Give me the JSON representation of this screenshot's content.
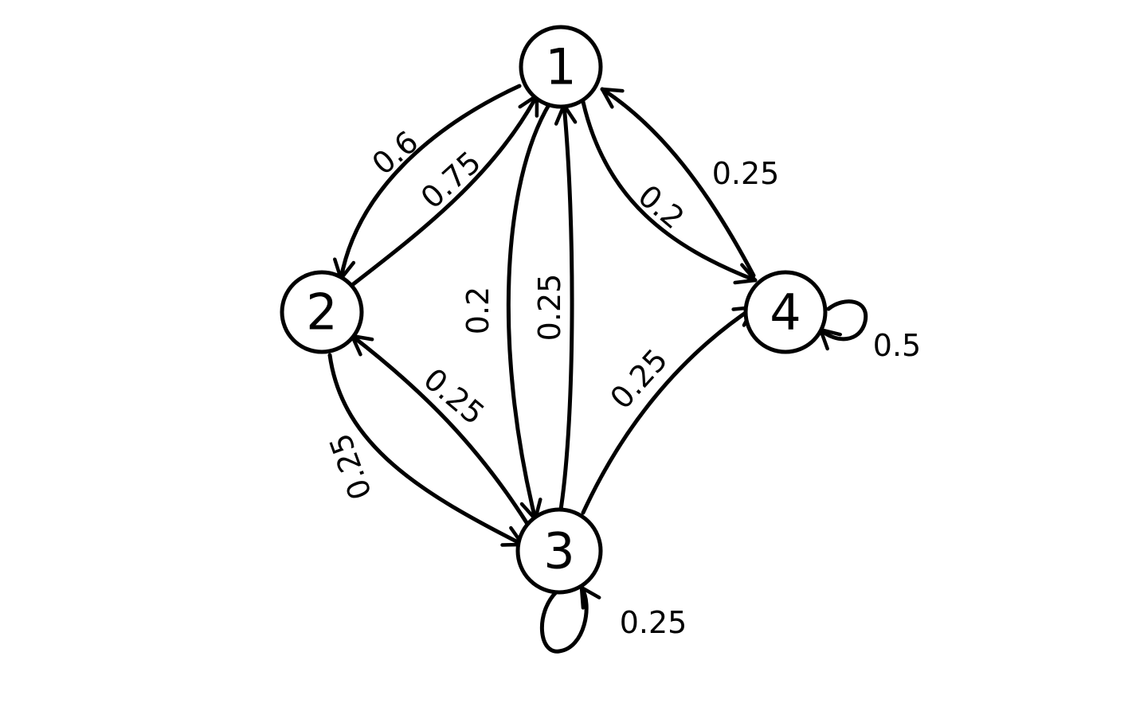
{
  "colors": {
    "ink": "#000000",
    "background": "#ffffff"
  },
  "nodes": [
    {
      "id": "1",
      "label": "1"
    },
    {
      "id": "2",
      "label": "2"
    },
    {
      "id": "3",
      "label": "3"
    },
    {
      "id": "4",
      "label": "4"
    }
  ],
  "edges": [
    {
      "id": "e1_2",
      "from": "1",
      "to": "2",
      "weight": "0.6"
    },
    {
      "id": "e2_1",
      "from": "2",
      "to": "1",
      "weight": "0.75"
    },
    {
      "id": "e1_3",
      "from": "1",
      "to": "3",
      "weight": "0.2"
    },
    {
      "id": "e3_1",
      "from": "3",
      "to": "1",
      "weight": "0.25"
    },
    {
      "id": "e1_4",
      "from": "1",
      "to": "4",
      "weight": "0.2"
    },
    {
      "id": "e4_1",
      "from": "4",
      "to": "1",
      "weight": "0.25"
    },
    {
      "id": "e3_2",
      "from": "3",
      "to": "2",
      "weight": "0.25"
    },
    {
      "id": "e2_3",
      "from": "2",
      "to": "3",
      "weight": "0.25"
    },
    {
      "id": "e3_4",
      "from": "3",
      "to": "4",
      "weight": "0.25"
    },
    {
      "id": "e4_4",
      "from": "4",
      "to": "4",
      "weight": "0.5"
    },
    {
      "id": "e3_3",
      "from": "3",
      "to": "3",
      "weight": "0.25"
    }
  ]
}
